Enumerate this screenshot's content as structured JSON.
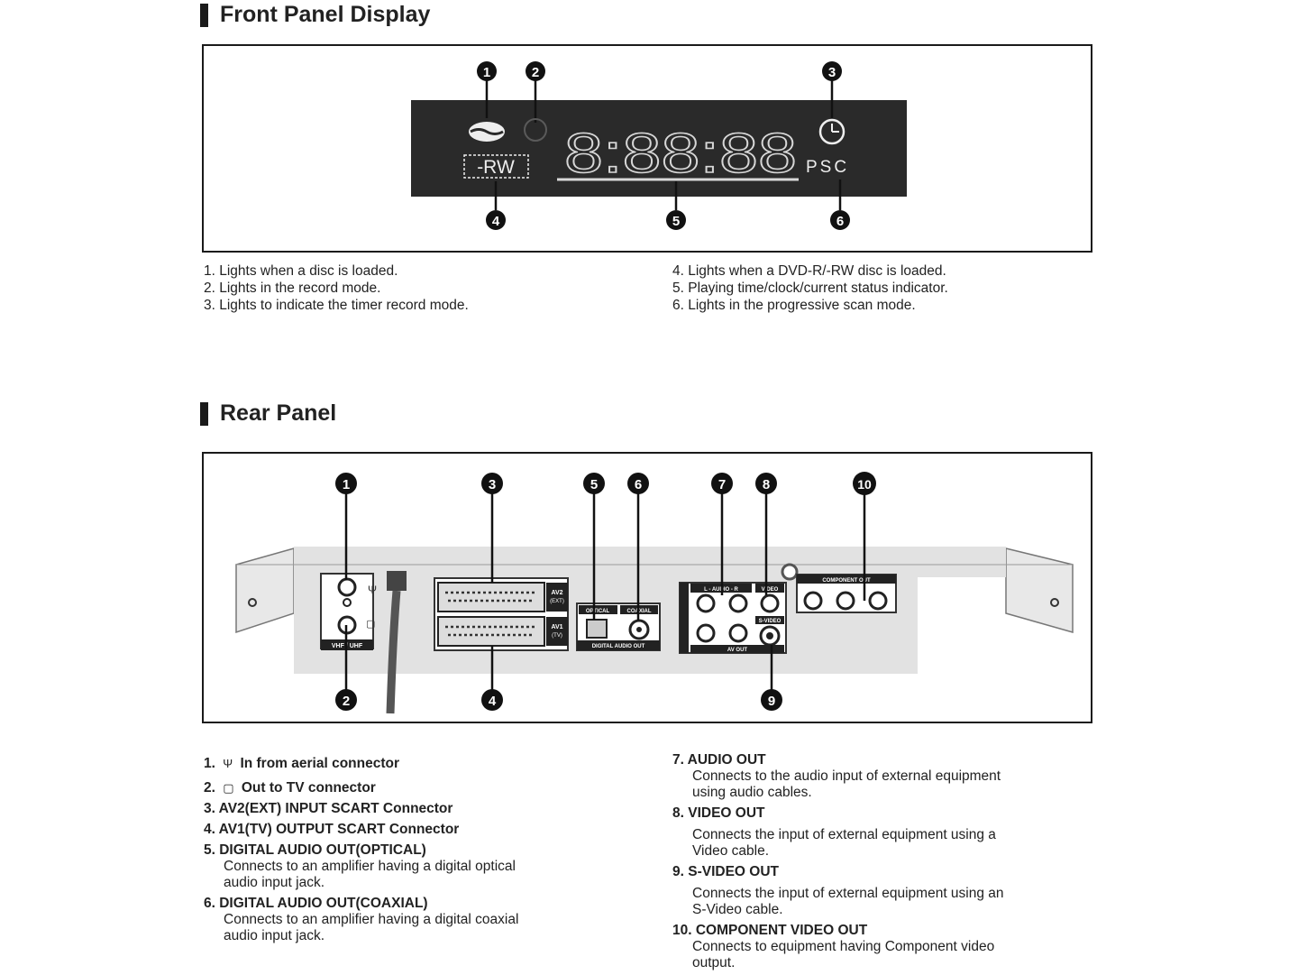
{
  "front": {
    "title": "Front Panel Display",
    "display": {
      "media": "-RW",
      "pscan": "PSC",
      "digits": "8:88:88"
    },
    "callouts": [
      "1",
      "2",
      "3",
      "4",
      "5",
      "6"
    ],
    "descriptions": [
      "1. Lights when a disc is loaded.",
      "2. Lights in the record mode.",
      "3. Lights to indicate the timer record mode.",
      "4. Lights when a DVD-R/-RW disc is loaded.",
      "5. Playing time/clock/current status indicator.",
      "6. Lights in the progressive scan mode."
    ]
  },
  "rear": {
    "title": "Rear Panel",
    "callouts": [
      "1",
      "2",
      "3",
      "4",
      "5",
      "6",
      "7",
      "8",
      "9",
      "10"
    ],
    "panel_labels": {
      "vhf_uhf": "VHF / UHF",
      "av2": "AV2",
      "av2_sub": "(EXT)",
      "av1": "AV1",
      "av1_sub": "(TV)",
      "optical": "OPTICAL",
      "coaxial": "COAXIAL",
      "digital_audio_out": "DIGITAL AUDIO OUT",
      "audio": "L - AUDIO - R",
      "video": "VIDEO",
      "svideo": "S-VIDEO",
      "av_out": "AV OUT",
      "component_out": "COMPONENT OUT"
    },
    "left_items": [
      {
        "num": "1.",
        "icon": "antenna-icon",
        "glyph": "Ψ",
        "label": "In from aerial connector"
      },
      {
        "num": "2.",
        "icon": "tv-icon",
        "glyph": "▢",
        "label": "Out to TV connector"
      },
      {
        "label": "3. AV2(EXT) INPUT SCART Connector"
      },
      {
        "label": "4. AV1(TV) OUTPUT SCART Connector"
      },
      {
        "label": "5. DIGITAL AUDIO OUT(OPTICAL)",
        "desc": [
          "Connects to an amplifier having a digital optical",
          "audio input jack."
        ]
      },
      {
        "label": "6. DIGITAL AUDIO OUT(COAXIAL)",
        "desc": [
          "Connects to an amplifier having a digital coaxial",
          "audio input jack."
        ]
      }
    ],
    "right_items": [
      {
        "label": "7. AUDIO OUT",
        "desc": [
          "Connects to the audio input of external equipment",
          "using  audio cables."
        ]
      },
      {
        "label": "8. VIDEO OUT",
        "desc": [
          "Connects the input of external equipment using a",
          "Video cable."
        ]
      },
      {
        "label": "9. S-VIDEO OUT",
        "desc": [
          "Connects the input of external equipment using an",
          "S-Video cable."
        ]
      },
      {
        "label": "10. COMPONENT VIDEO OUT",
        "desc": [
          "Connects to equipment having Component video",
          "output."
        ]
      }
    ]
  }
}
